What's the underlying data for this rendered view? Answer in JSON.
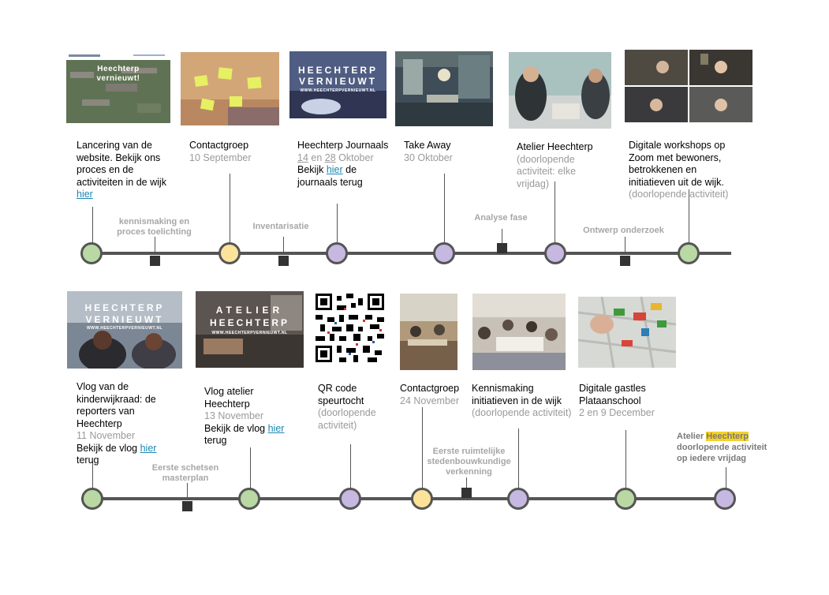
{
  "colors": {
    "green": "#b9d8a3",
    "yellow": "#fde39a",
    "purple": "#c7b8e1",
    "line": "#555555",
    "phase": "#a7a7a7",
    "link": "#1a86b3",
    "highlight": "#f6d126"
  },
  "row1": {
    "phases": [
      "kennismaking en proces toelichting",
      "Inventarisatie",
      "Analyse fase",
      "Ontwerp onderzoek"
    ],
    "events": [
      {
        "id": "lancering",
        "dot": "green",
        "text1": "Lancering van de website. Bekijk ons proces en de activiteiten in de wijk ",
        "link": "hier",
        "image": "website-screenshot",
        "image_text": "Heechterp vernieuwt!"
      },
      {
        "id": "contactgroep1",
        "dot": "yellow",
        "title": "Contactgroep",
        "date": "10 September",
        "image": "sticky-notes-photo"
      },
      {
        "id": "journaals",
        "dot": "purple",
        "title": "Heechterp Journaals",
        "date_a": "14",
        "date_mid": " en ",
        "date_b": "28",
        "date_end": " Oktober",
        "text_pre": "Bekijk ",
        "link": "hier",
        "text_post": " de journaals terug",
        "image": "journaal-video",
        "image_text1": "HEECHTERP",
        "image_text2": "VERNIEUWT",
        "image_url": "WWW.HEECHTERPVERNIEUWT.NL"
      },
      {
        "id": "takeaway",
        "dot": "purple",
        "title": "Take Away",
        "date": "30 Oktober",
        "image": "take-away-photo"
      },
      {
        "id": "atelier",
        "dot": "purple",
        "title": "Atelier Heechterp",
        "note": "(doorlopende activiteit: elke vrijdag)",
        "image": "atelier-photo"
      },
      {
        "id": "digitale",
        "dot": "green",
        "title": "Digitale workshops op Zoom met bewoners, betrokkenen en initiatieven uit de wijk.",
        "note": "(doorlopende activiteit)",
        "image": "zoom-call"
      }
    ]
  },
  "row2": {
    "phases": [
      "Eerste schetsen masterplan",
      "Eerste ruimtelijke stedenbouwkundige verkenning"
    ],
    "events": [
      {
        "id": "vlog-kinder",
        "dot": "green",
        "title": "Vlog van de kinderwijkraad: de reporters van Heechterp",
        "date": "11 November",
        "text_pre": "Bekijk de vlog ",
        "link": "hier",
        "text_post": " terug",
        "image": "vlog-kinderen",
        "image_text1": "HEECHTERP",
        "image_text2": "VERNIEUWT",
        "image_url": "WWW.HEECHTERPVERNIEUWT.NL"
      },
      {
        "id": "vlog-atelier",
        "dot": "green",
        "title": "Vlog atelier Heechterp",
        "date": "13 November",
        "text_pre": "Bekijk de vlog ",
        "link": "hier",
        "text_post": " terug",
        "image": "vlog-atelier",
        "image_text1": "ATELIER",
        "image_text2": "HEECHTERP",
        "image_url": "WWW.HEECHTERPVERNIEUWT.NL"
      },
      {
        "id": "qr",
        "dot": "purple",
        "title": "QR code speurtocht",
        "note": "(doorlopende activiteit)",
        "image": "qr-code"
      },
      {
        "id": "contactgroep2",
        "dot": "yellow",
        "title": "Contactgroep",
        "date": "24 November",
        "image": "meeting-room"
      },
      {
        "id": "kennismaking",
        "dot": "purple",
        "title": "Kennismaking initiatieven in de wijk",
        "note": "(doorlopende activiteit)",
        "image": "group-photo"
      },
      {
        "id": "gastles",
        "dot": "green",
        "title": "Digitale gastles Plataanschool",
        "date": "2 en 9 December",
        "image": "blocks-photo"
      },
      {
        "id": "atelier-end",
        "dot": "purple",
        "title_pre": "Atelier ",
        "title_hl": "Heechterp",
        "note": "doorlopende activiteit op iedere vrijdag"
      }
    ]
  }
}
